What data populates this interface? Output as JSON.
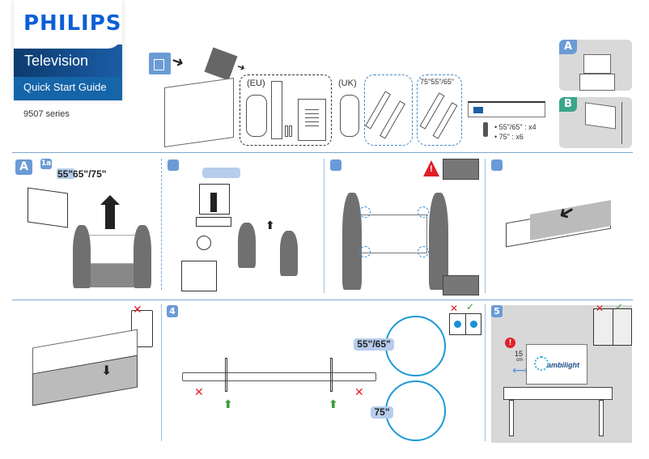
{
  "cover": {
    "brand": "PHILIPS",
    "title": "Television",
    "subtitle": "Quick Start Guide",
    "series": "9507 series"
  },
  "contents": {
    "region_eu": "(EU)",
    "region_uk": "(UK)",
    "stand_sizes": "75\"55\"/65\"",
    "screws": [
      "• 55\"/65\" : x4",
      "• 75\" : x6"
    ],
    "options": [
      {
        "badge": "A",
        "color": "#6b9bd6",
        "desc": "table-stand"
      },
      {
        "badge": "B",
        "color": "#3aa68a",
        "desc": "wall-mount"
      }
    ]
  },
  "steps_row1": {
    "section_badge": "A",
    "step1_badge": "1a",
    "step1_sizes": "55\"65\"/75\"",
    "step2_badge": "",
    "step3_badge": "",
    "step4_badge": ""
  },
  "steps_row2": {
    "step4_badge": "4",
    "size_label_1": "55\"/65\"",
    "size_label_2": "75\"",
    "step5_badge": "5",
    "distance_value": "15",
    "distance_unit": "cm",
    "ambilight_label": "ambilight"
  },
  "colors": {
    "brand_blue": "#0b5ed7",
    "badge_blue": "#6b9bd6",
    "badge_green": "#3aa68a",
    "warning_red": "#e0202a",
    "ok_green": "#3a9c3a"
  }
}
